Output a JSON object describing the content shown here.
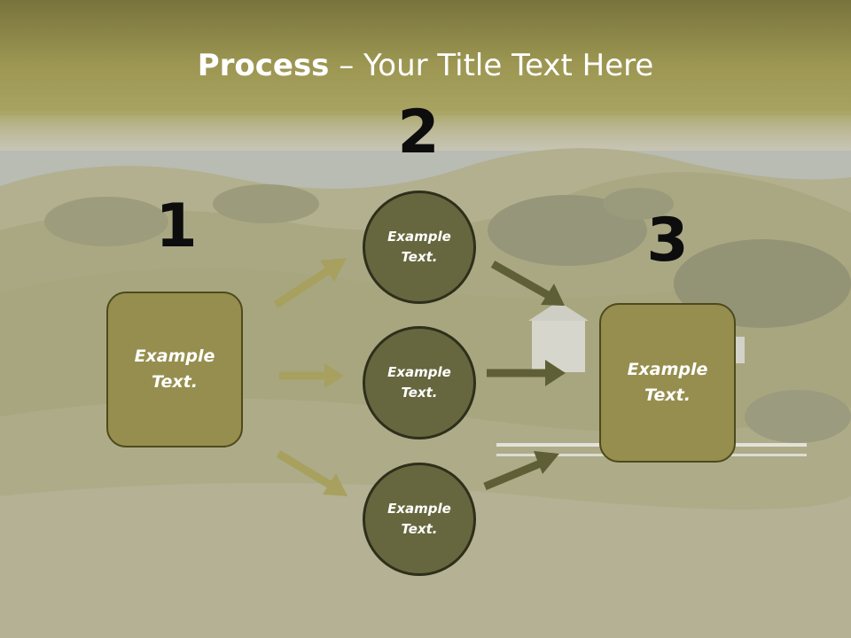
{
  "slide": {
    "title_bold": "Process",
    "title_rest": " – Your Title Text Here",
    "step_numbers": [
      "1",
      "2",
      "3"
    ],
    "left_box_text": "Example\nText.",
    "right_box_text": "Example\nText.",
    "circles": [
      "Example\nText.",
      "Example\nText.",
      "Example\nText."
    ]
  },
  "colors": {
    "banner": "#a39f5a",
    "box_fill": "#968e4e",
    "circle_fill": "#67673f",
    "arrow_light": "#a7a05f",
    "arrow_dark": "#5f5f37"
  }
}
